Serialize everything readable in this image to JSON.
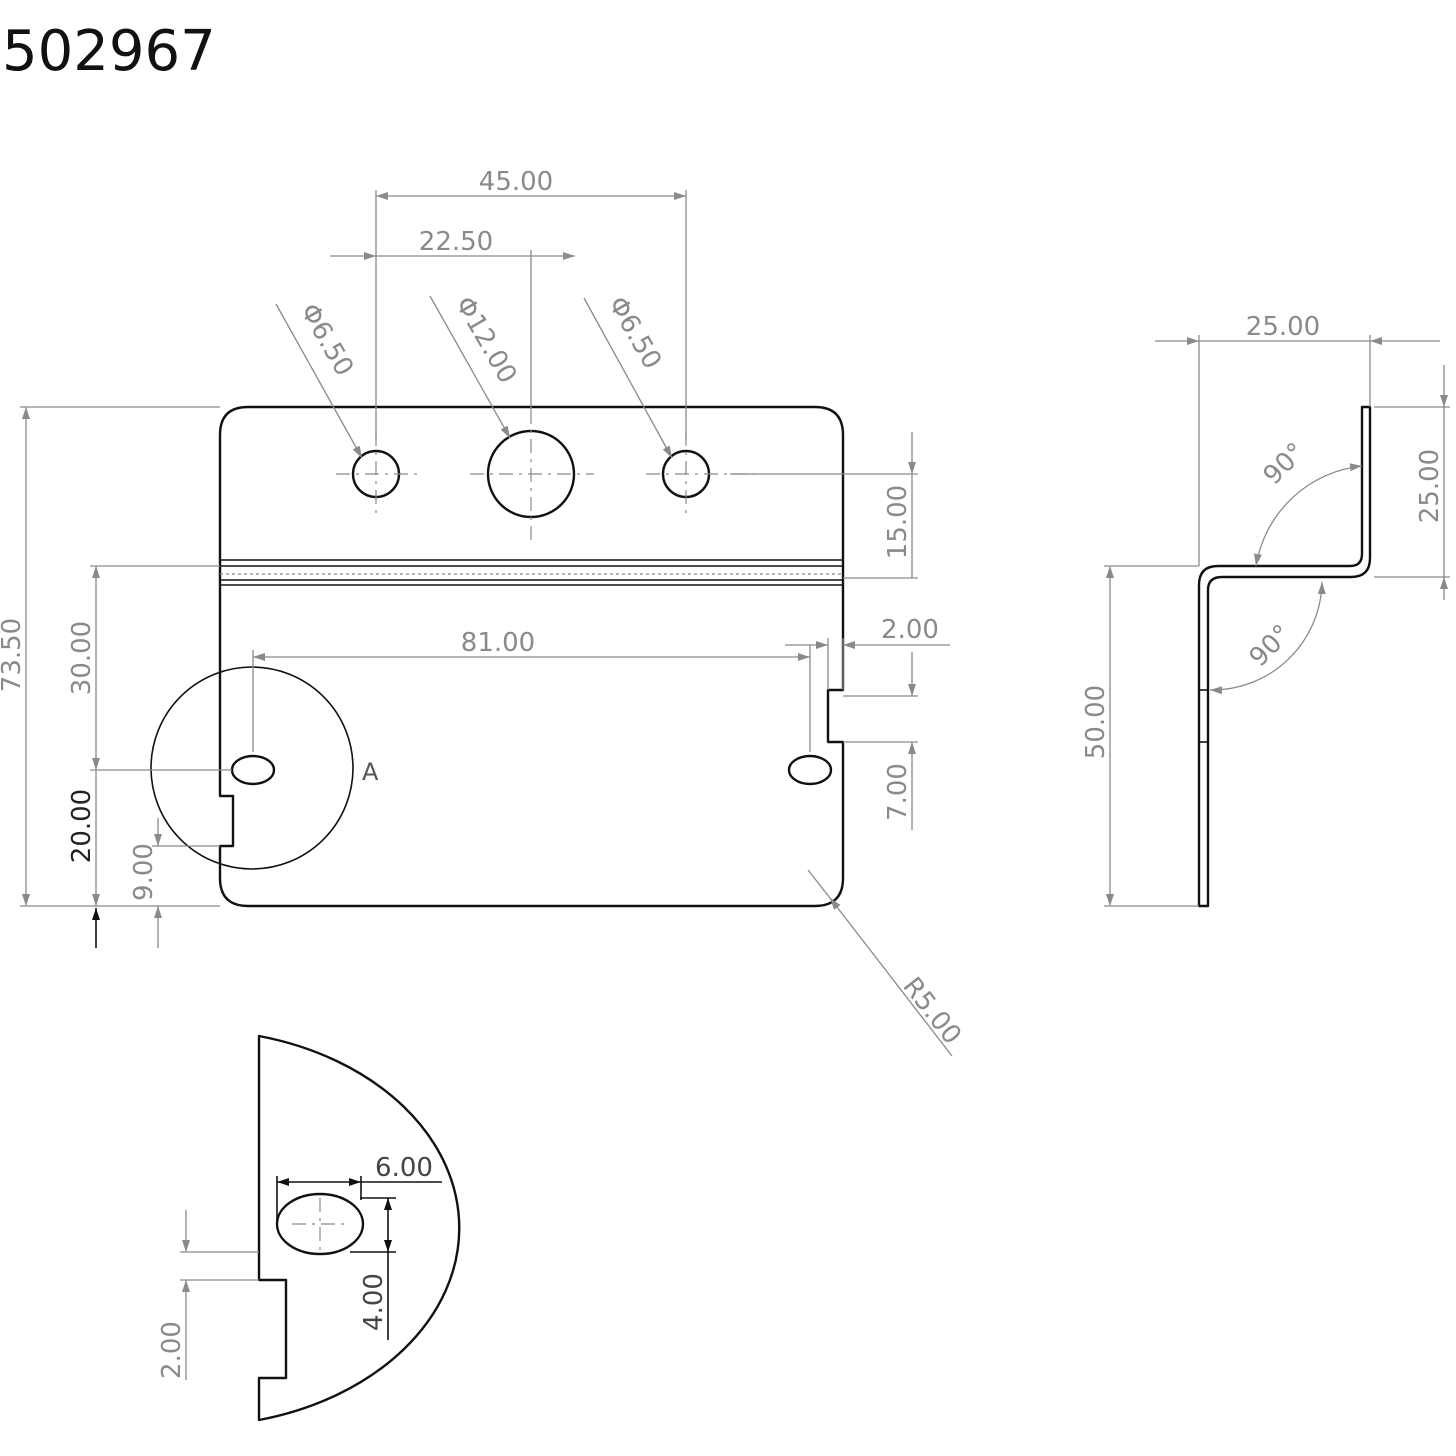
{
  "title": "502967",
  "front_view": {
    "dimensions": {
      "hole_spacing_outer": "45.00",
      "hole_spacing_center": "22.50",
      "left_hole_diameter": "Φ6.50",
      "center_hole_diameter": "Φ12.00",
      "right_hole_diameter": "Φ6.50",
      "overall_height": "73.50",
      "upper_flange_height": "15.00",
      "lower_section_height": "30.00",
      "slot_spacing": "81.00",
      "notch_depth": "2.00",
      "notch_height": "7.00",
      "slot_height_from_bottom": "20.00",
      "notch_height_from_bottom": "9.00",
      "corner_radius": "R5.00"
    },
    "detail_callout": "A"
  },
  "side_view": {
    "dimensions": {
      "offset_width": "25.00",
      "upper_leg_height": "25.00",
      "lower_leg_height": "50.00",
      "upper_bend_angle": "90°",
      "lower_bend_angle": "90°"
    }
  },
  "detail_view": {
    "dimensions": {
      "slot_width": "6.00",
      "slot_height": "4.00",
      "notch_depth": "2.00"
    }
  }
}
